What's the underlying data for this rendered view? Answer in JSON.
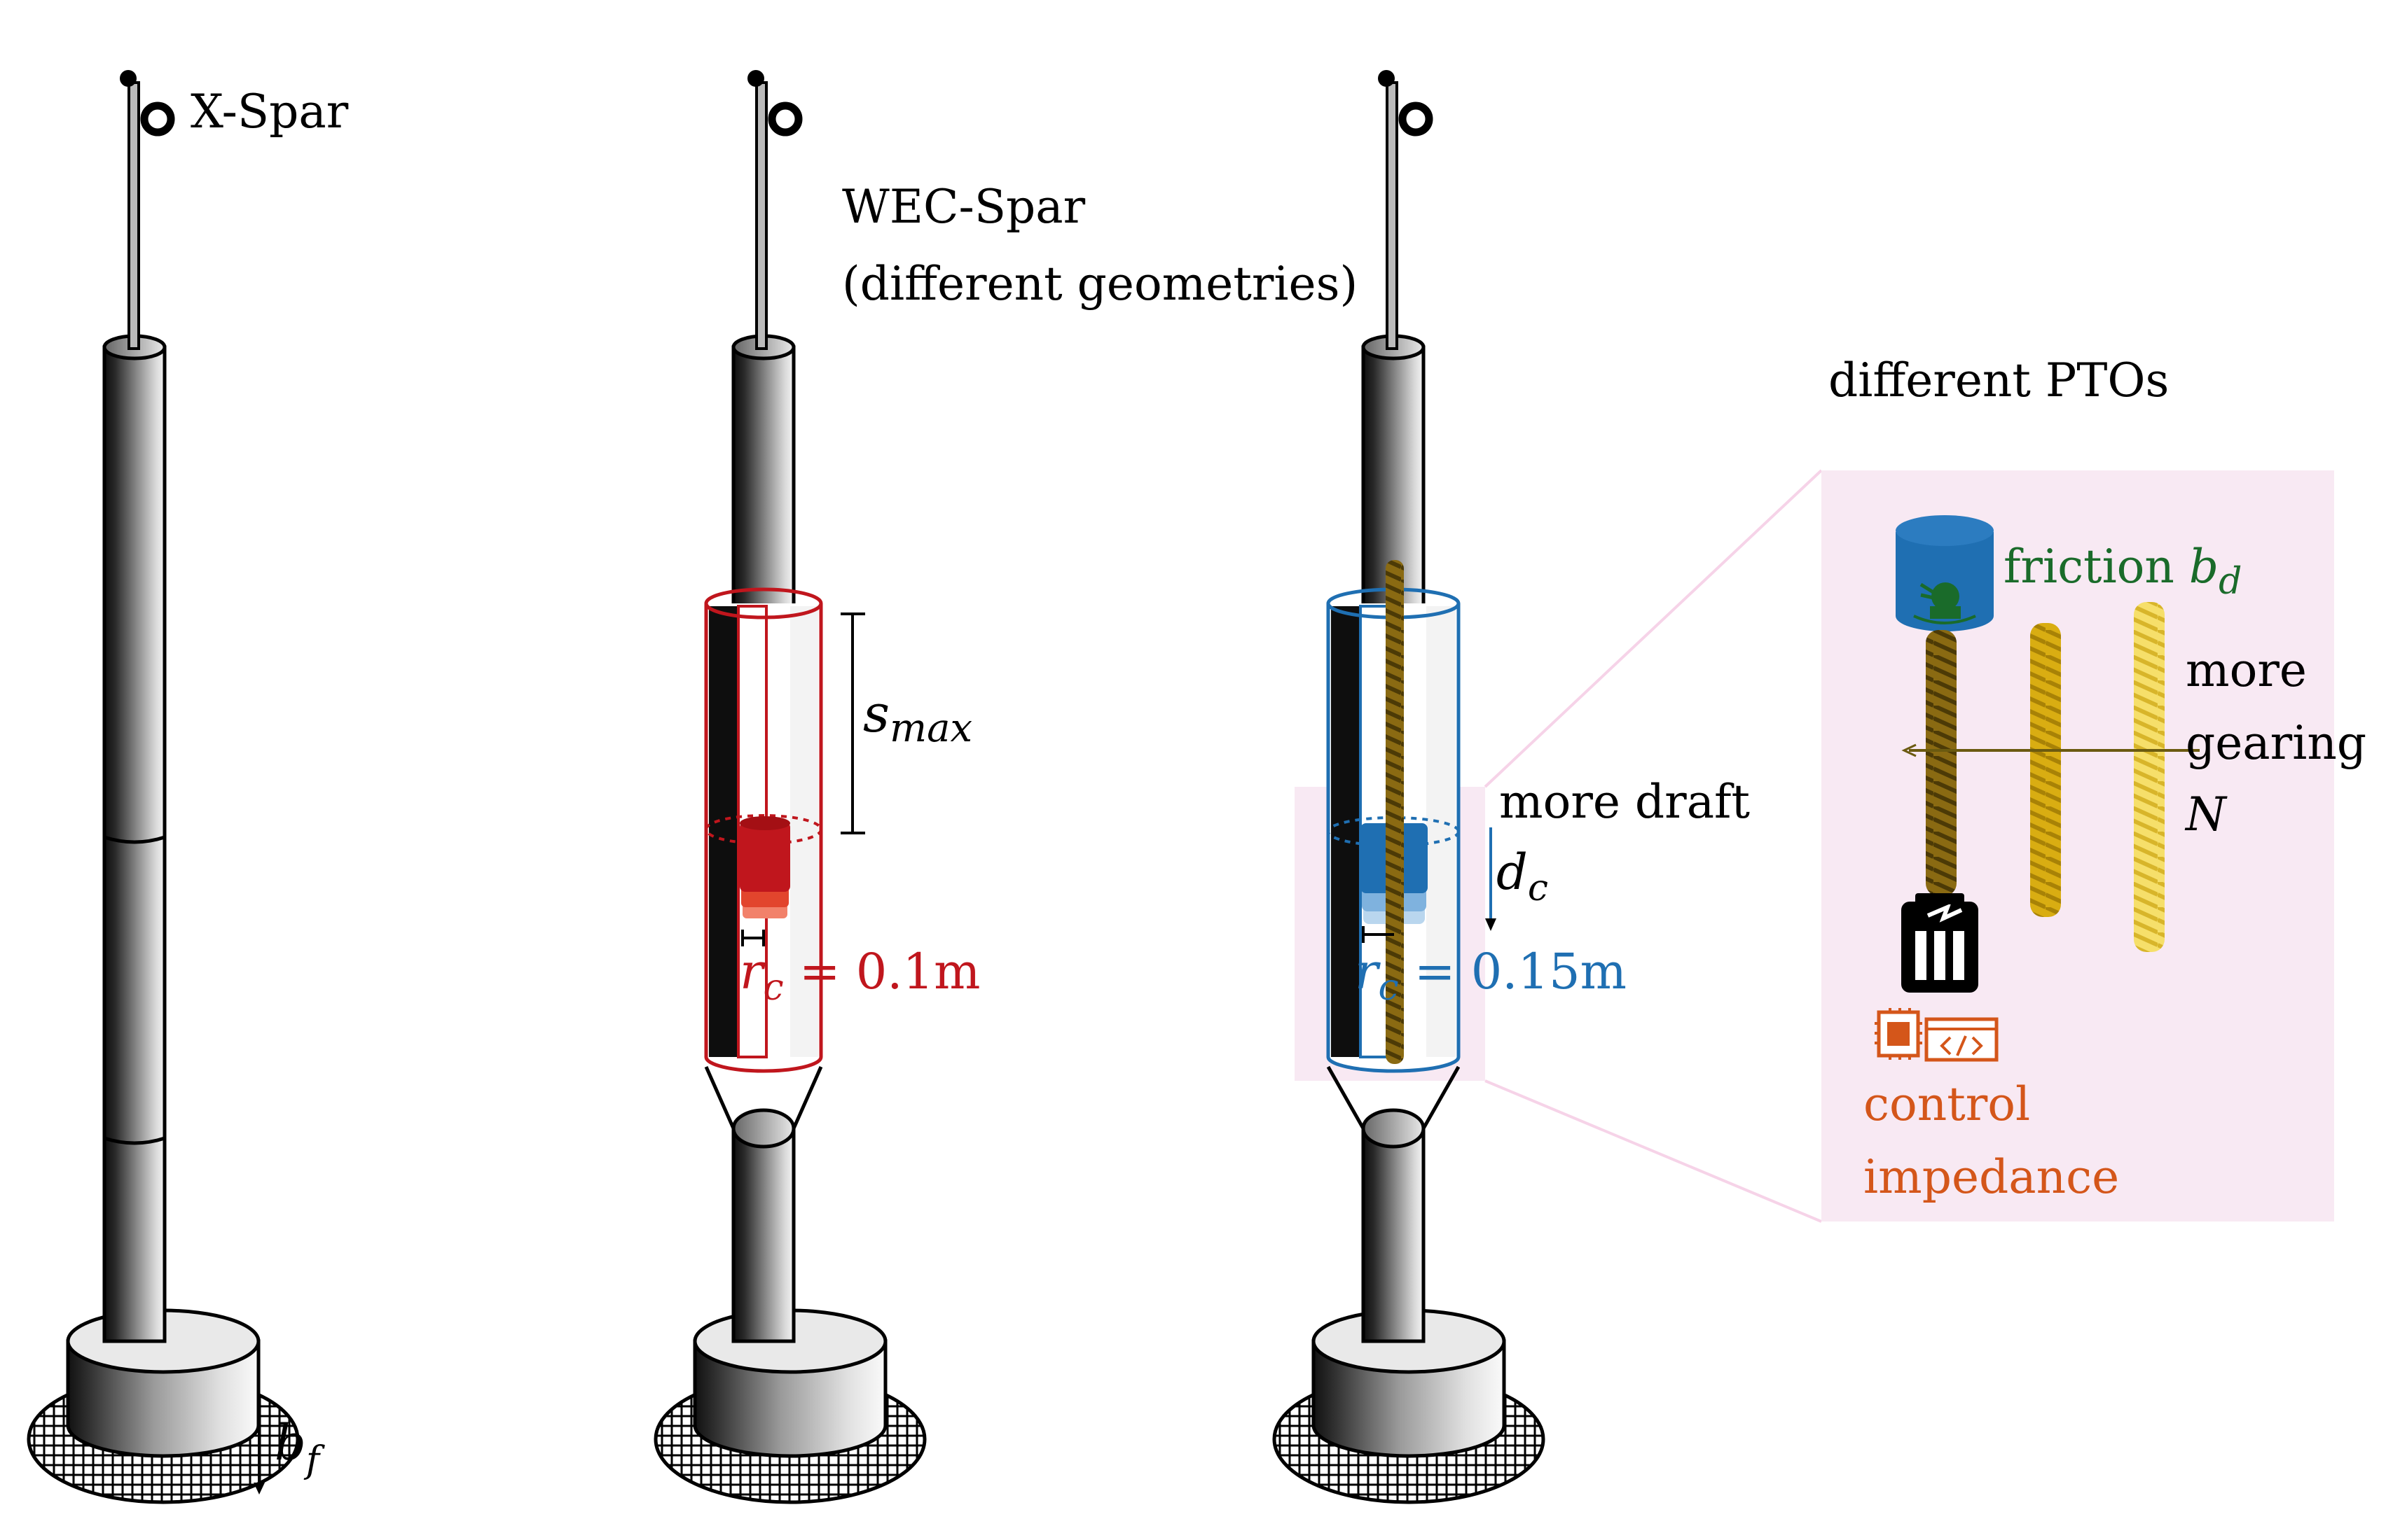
{
  "labels": {
    "xspar": "X-Spar",
    "wec_line1": "WEC-Spar",
    "wec_line2": "(different geometries)",
    "ptos": "different PTOs",
    "smax_main": "s",
    "smax_sub": "max",
    "bf_main": "b",
    "bf_sub": "f",
    "rc1_main": "r",
    "rc1_sub": "c",
    "rc1_val": " = 0.1m",
    "rc2_main": "r",
    "rc2_sub": "c",
    "rc2_val": " = 0.15m",
    "more_draft": "more draft",
    "dc_main": "d",
    "dc_sub": "c",
    "friction_word": "friction ",
    "friction_main": "b",
    "friction_sub": "d",
    "gearing_1": "more",
    "gearing_2": "gearing",
    "gearing_3": "N",
    "control_1": "control",
    "control_2": "impedance"
  },
  "colors": {
    "red": "#c0161d",
    "blue": "#1f6fb2",
    "green": "#1a6b2a",
    "orange": "#d4561a",
    "rope_dark": "#8a6a12",
    "rope_mid": "#d9ad12",
    "rope_light": "#f4d85a",
    "pink_bg": "#f8e9f3"
  },
  "icons": {
    "motor": "motor-icon",
    "generator": "generator-icon",
    "controller": "controller-chip-icon",
    "ropes": "rope-icon"
  }
}
